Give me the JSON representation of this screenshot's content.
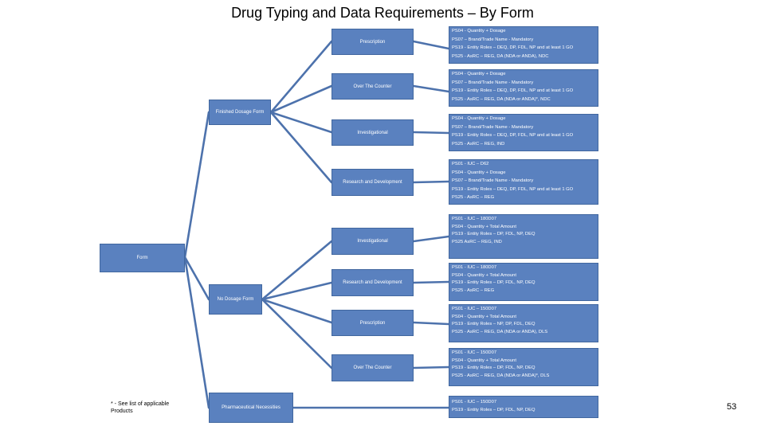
{
  "title": "Drug Typing and Data Requirements – By Form",
  "root": "Form",
  "groups": [
    {
      "label": "Finished Dosage Form",
      "children": [
        {
          "label": "Prescription",
          "lines": [
            "PS04 - Quantity + Dosage",
            "PS07 – Brand/Trade Name - Mandatory",
            "PS19 - Entity Roles – DEQ, DP, FDL, NP and at least 1 GO",
            "PS25 - AsRC – REG, DA (NDA or ANDA), NDC"
          ]
        },
        {
          "label": "Over The Counter",
          "lines": [
            "PS04 - Quantity + Dosage",
            "PS07 – Brand/Trade Name - Mandatory",
            "PS19 - Entity Roles – DEQ, DP, FDL, NP and at least 1 GO",
            "PS25 - AsRC – REG, DA (NDA or ANDA)*, NDC"
          ]
        },
        {
          "label": "Investigational",
          "lines": [
            "PS04 - Quantity + Dosage",
            "PS07 – Brand/Trade Name - Mandatory",
            "PS19 - Entity Roles – DEQ, DP, FDL, NP and at least 1 GO",
            "PS25 - AsRC – REG, IND"
          ]
        },
        {
          "label": "Research and Development",
          "lines": [
            "PS01 - IUC – D62",
            "PS04 - Quantity + Dosage",
            "PS07 – Brand/Trade Name - Mandatory",
            "PS19 - Entity Roles – DEQ, DP, FDL, NP and at least 1 GO",
            "PS25 - AsRC – REG"
          ]
        }
      ]
    },
    {
      "label": "No Dosage Form",
      "children": [
        {
          "label": "Investigational",
          "lines": [
            "PS01 - IUC – 180D07",
            "PS04 - Quantity + Total Amount",
            "PS19 - Entity Roles – DP, FDL, NP, DEQ",
            "PS25 AsRC – REG, IND"
          ]
        },
        {
          "label": "Research and Development",
          "lines": [
            "PS01 - IUC – 180D07",
            "PS04 - Quantity + Total Amount",
            "PS19 - Entity Roles – DP, FDL, NP, DEQ",
            "PS25 - AsRC – REG"
          ]
        },
        {
          "label": "Prescription",
          "lines": [
            "PS01 - IUC – 150D07",
            "PS04 - Quantity + Total Amount",
            "PS19 - Entity Roles – NP, DP, FDL, DEQ",
            "PS25 - AsRC – REG, DA (NDA or ANDA), DLS"
          ]
        },
        {
          "label": "Over The Counter",
          "lines": [
            "PS01 - IUC – 150D07",
            "PS04 - Quantity + Total Amount",
            "PS19 - Entity Roles – DP, FDL, NP, DEQ",
            "PS25 - AsRC – REG, DA (NDA or ANDA)*, DLS"
          ]
        }
      ]
    },
    {
      "label": "Pharmaceutical Necessities",
      "lines": [
        "PS01 - IUC – 150D07",
        "PS19 - Entity Roles – DP, FDL, NP, DEQ"
      ]
    }
  ],
  "footnote": "* - See list of applicable Products",
  "page_number": "53"
}
